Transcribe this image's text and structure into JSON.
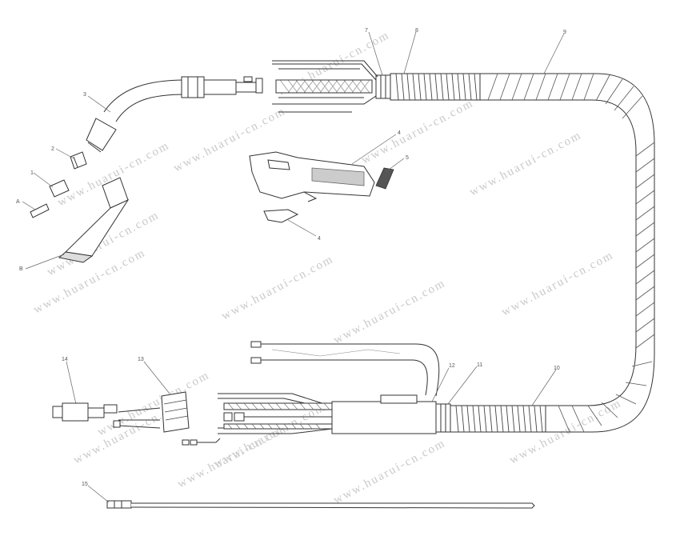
{
  "callouts": {
    "c1": "1",
    "c2": "2",
    "c3": "3",
    "c4a": "4",
    "c4b": "4",
    "c5": "5",
    "c7": "7",
    "c8": "8",
    "c9": "9",
    "c10": "10",
    "c11": "11",
    "c12": "12",
    "c13": "13",
    "c14": "14",
    "c15": "15",
    "cB": "B",
    "cA": "A"
  },
  "watermark": "www.huarui-cn.com",
  "colors": {
    "line": "#333333",
    "watermark": "#c9c9c9"
  }
}
